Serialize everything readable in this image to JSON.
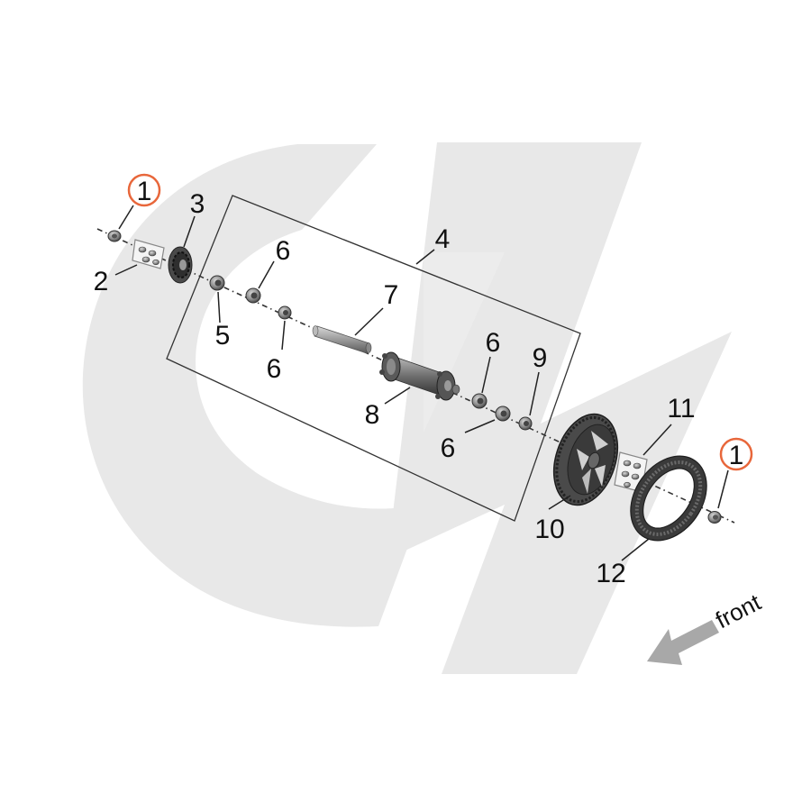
{
  "diagram": {
    "callouts": [
      {
        "id": "1a",
        "label": "1",
        "highlighted": true
      },
      {
        "id": "2",
        "label": "2",
        "highlighted": false
      },
      {
        "id": "3",
        "label": "3",
        "highlighted": false
      },
      {
        "id": "4",
        "label": "4",
        "highlighted": false
      },
      {
        "id": "5",
        "label": "5",
        "highlighted": false
      },
      {
        "id": "6a",
        "label": "6",
        "highlighted": false
      },
      {
        "id": "6b",
        "label": "6",
        "highlighted": false
      },
      {
        "id": "7",
        "label": "7",
        "highlighted": false
      },
      {
        "id": "6c",
        "label": "6",
        "highlighted": false
      },
      {
        "id": "9",
        "label": "9",
        "highlighted": false
      },
      {
        "id": "8",
        "label": "8",
        "highlighted": false
      },
      {
        "id": "6d",
        "label": "6",
        "highlighted": false
      },
      {
        "id": "11",
        "label": "11",
        "highlighted": false
      },
      {
        "id": "1b",
        "label": "1",
        "highlighted": true
      },
      {
        "id": "10",
        "label": "10",
        "highlighted": false
      },
      {
        "id": "12",
        "label": "12",
        "highlighted": false
      }
    ],
    "front_label": "front",
    "colors": {
      "watermark": "#e8e8e8",
      "highlight_ring": "#e8673b",
      "part_dark": "#3a3a3a",
      "part_mid": "#7a7a7a",
      "part_light": "#bdbdbd",
      "line": "#222222",
      "arrow": "#a8a8a8"
    }
  }
}
